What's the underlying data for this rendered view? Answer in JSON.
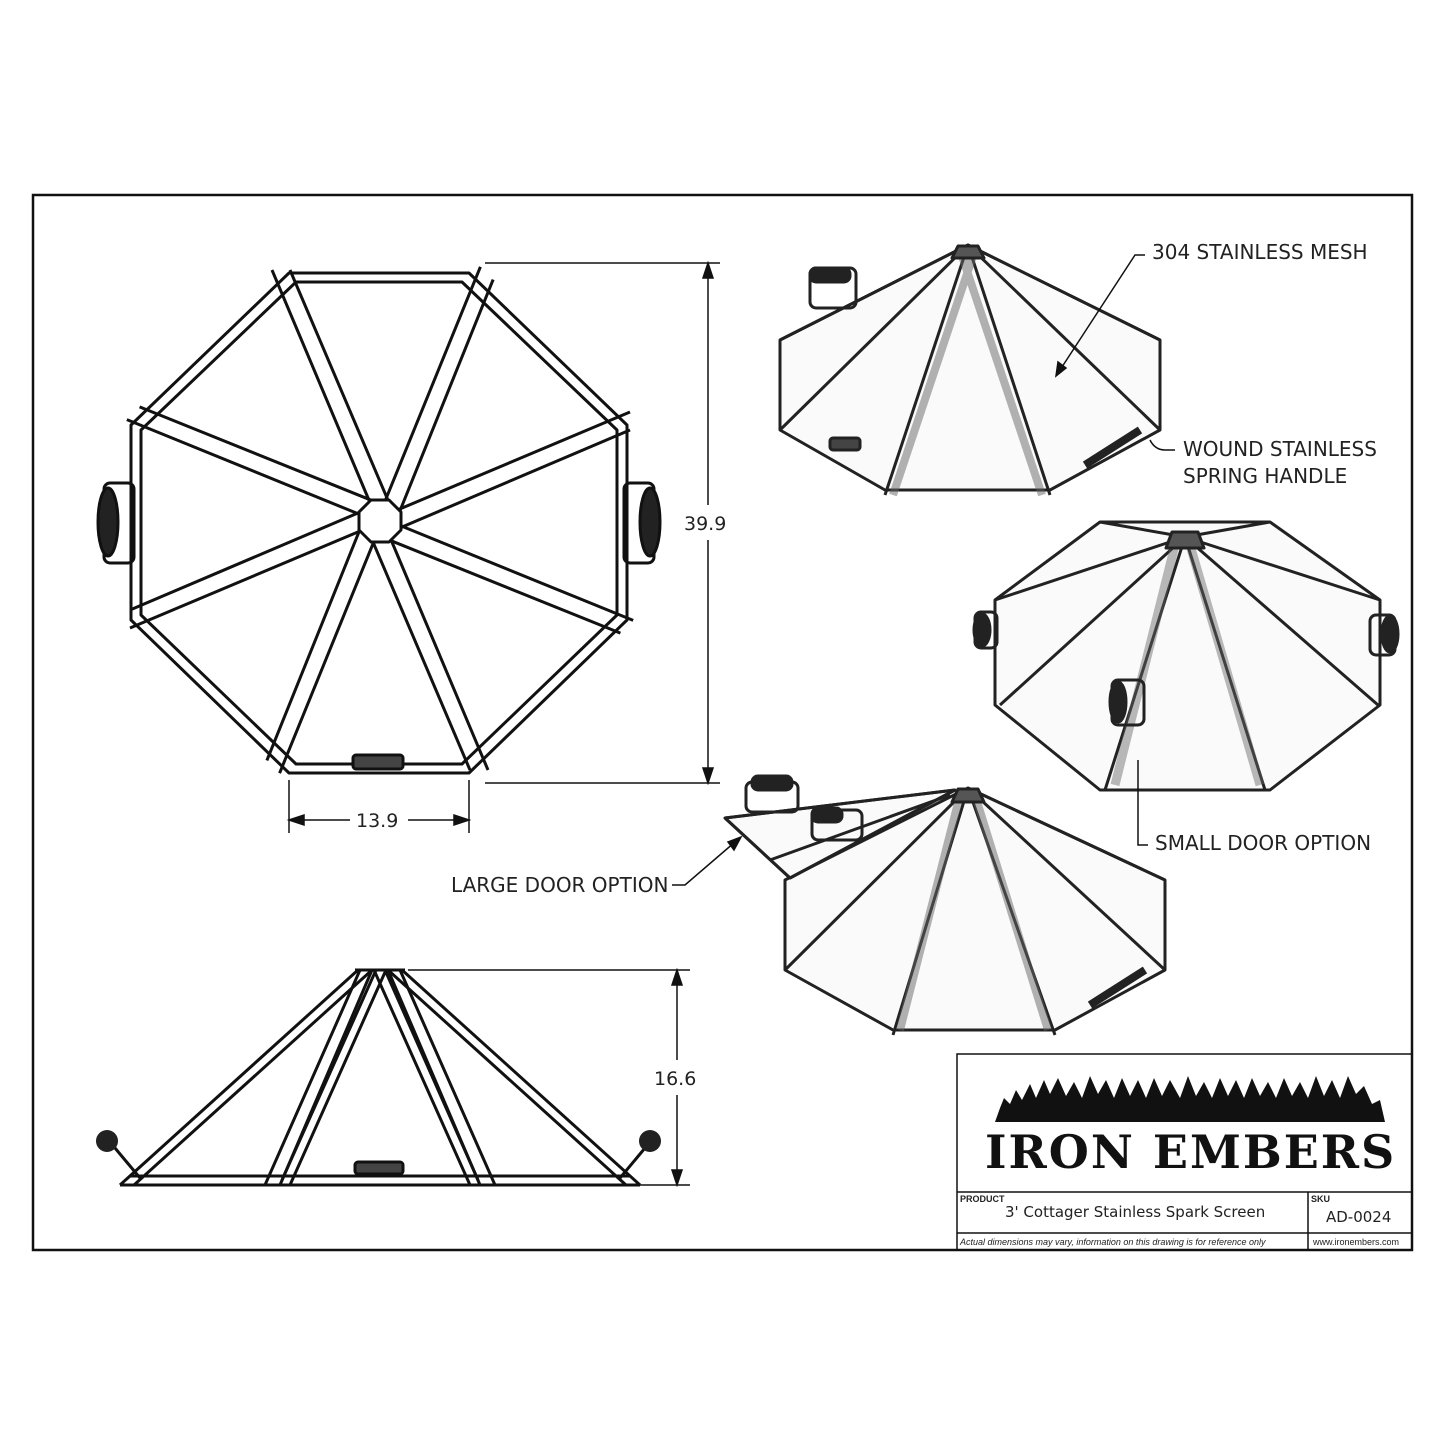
{
  "labels": {
    "mesh": "304 STAINLESS MESH",
    "handle_line1": "WOUND STAINLESS",
    "handle_line2": "SPRING HANDLE",
    "small_door": "SMALL DOOR OPTION",
    "large_door": "LARGE DOOR OPTION"
  },
  "dimensions": {
    "width": "39.9",
    "side": "13.9",
    "height": "16.6"
  },
  "title_block": {
    "brand": "IRON EMBERS",
    "logo_icon": "flames-logo-icon",
    "product_label": "PRODUCT",
    "product_name": "3' Cottager Stainless Spark Screen",
    "sku_label": "SKU",
    "sku": "AD-0024",
    "disclaimer": "Actual dimensions may vary, information on this drawing is for reference only",
    "website": "www.ironembers.com"
  }
}
